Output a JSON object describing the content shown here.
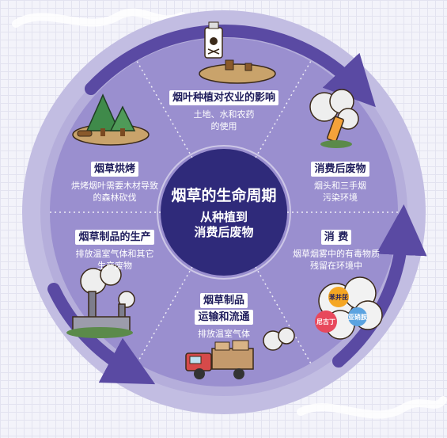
{
  "center": {
    "title": "烟草的生命周期",
    "subtitle_line1": "从种植到",
    "subtitle_line2": "消费后废物"
  },
  "segments": [
    {
      "title": "烟叶种植对农业的影响",
      "desc_lines": [
        "土地、水和农药",
        "的使用"
      ]
    },
    {
      "title": "消费后废物",
      "desc_lines": [
        "烟头和三手烟",
        "污染环境"
      ]
    },
    {
      "title": "消 费",
      "desc_lines": [
        "烟草烟雾中的有毒物质",
        "残留在环境中"
      ]
    },
    {
      "title_lines": [
        "烟草制品",
        "运输和流通"
      ],
      "desc_lines": [
        "排放温室气体"
      ]
    },
    {
      "title": "烟草制品的生产",
      "desc_lines": [
        "排放温室气体和其它",
        "生产废物"
      ]
    },
    {
      "title": "烟草烘烤",
      "desc_lines": [
        "烘烤烟叶需要木材导致",
        "的森林砍伐"
      ]
    }
  ],
  "chemicals": [
    "苯并芘",
    "尼古丁",
    "亚硝胺"
  ],
  "colors": {
    "outer_ring": "#c2bde2",
    "disc": "#9a8fcf",
    "arrow": "#5a4aa3",
    "center": "#2f2a7a",
    "title_text": "#1f1d5c"
  }
}
